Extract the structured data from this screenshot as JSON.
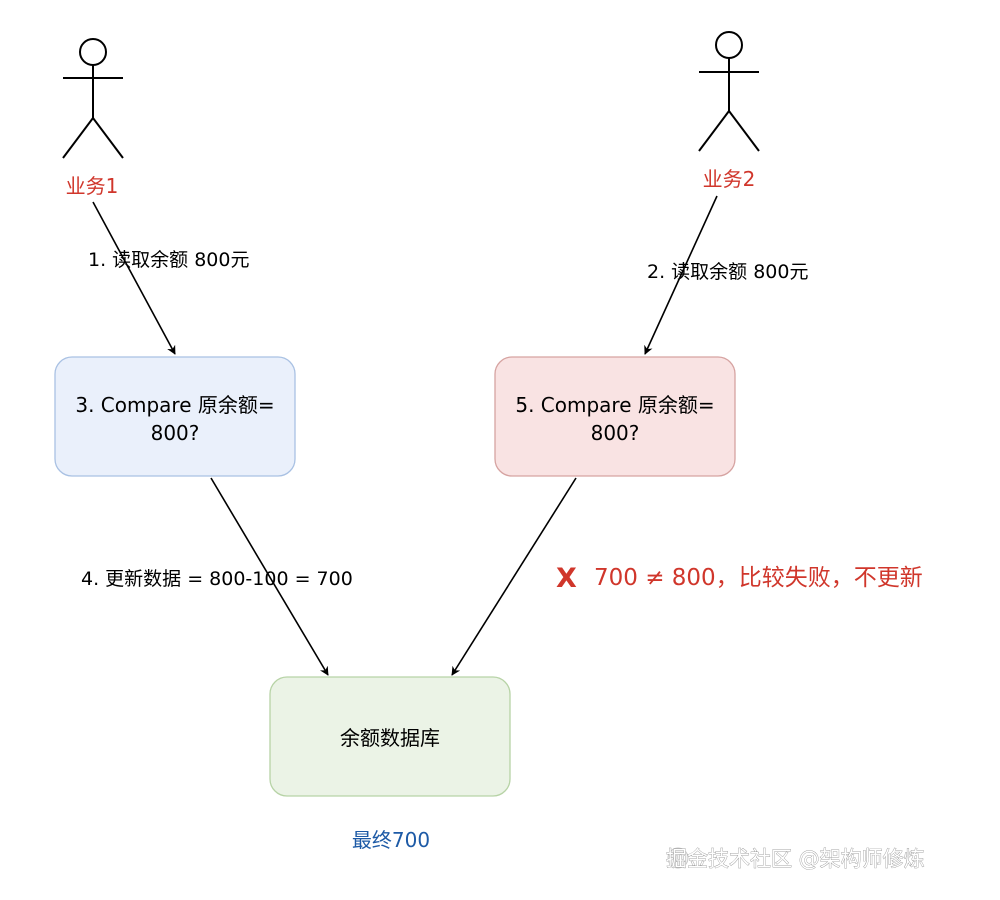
{
  "actors": [
    {
      "id": "actor-1",
      "label": "业务1"
    },
    {
      "id": "actor-2",
      "label": "业务2"
    }
  ],
  "edges": {
    "read_1": "1. 读取余额 800元",
    "read_2": "2. 读取余额 800元",
    "update": "4. 更新数据 = 800-100 = 700",
    "fail_mark": "X",
    "fail_text": "700 ≠ 800，比较失败，不更新"
  },
  "boxes": {
    "compare_1": {
      "line1": "3. Compare 原余额=",
      "line2": "800?",
      "fill": "#eaf0fb",
      "stroke": "#a9c1e3"
    },
    "compare_2": {
      "line1": "5. Compare 原余额=",
      "line2": "800?",
      "fill": "#f9e3e3",
      "stroke": "#d6a3a1"
    },
    "database": {
      "label": "余额数据库",
      "fill": "#ebf3e6",
      "stroke": "#b7d3a6"
    }
  },
  "result": "最终700",
  "watermark": "掘金技术社区 @架构师修炼",
  "colors": {
    "actor_label": "#d0362b",
    "fail": "#d0362b",
    "final": "#1d5aa6"
  }
}
